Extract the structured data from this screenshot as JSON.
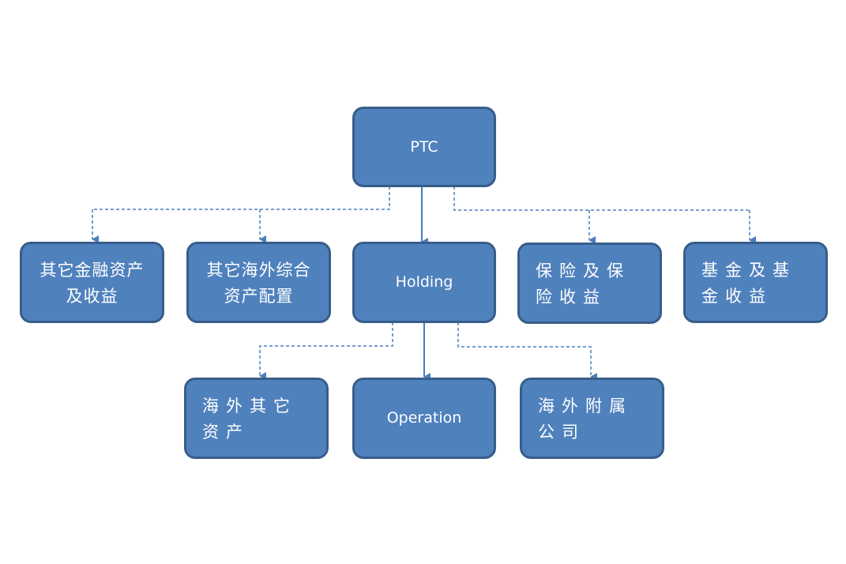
{
  "diagram": {
    "root": {
      "label": "PTC"
    },
    "holding": {
      "label": "Holding"
    },
    "level1": [
      {
        "label": "其它金融资产及收益"
      },
      {
        "label": "其它海外综合资产配置"
      },
      {
        "label": "保险及保险收益"
      },
      {
        "label": "基金及基金收益"
      }
    ],
    "level2": [
      {
        "label": "海外其它资产"
      },
      {
        "label": "Operation"
      },
      {
        "label": "海外附属公司"
      }
    ],
    "colors": {
      "box_fill": "#4f81bd",
      "box_border": "#385d8a",
      "connector": "#4a7ebb",
      "text": "#ffffff"
    }
  }
}
